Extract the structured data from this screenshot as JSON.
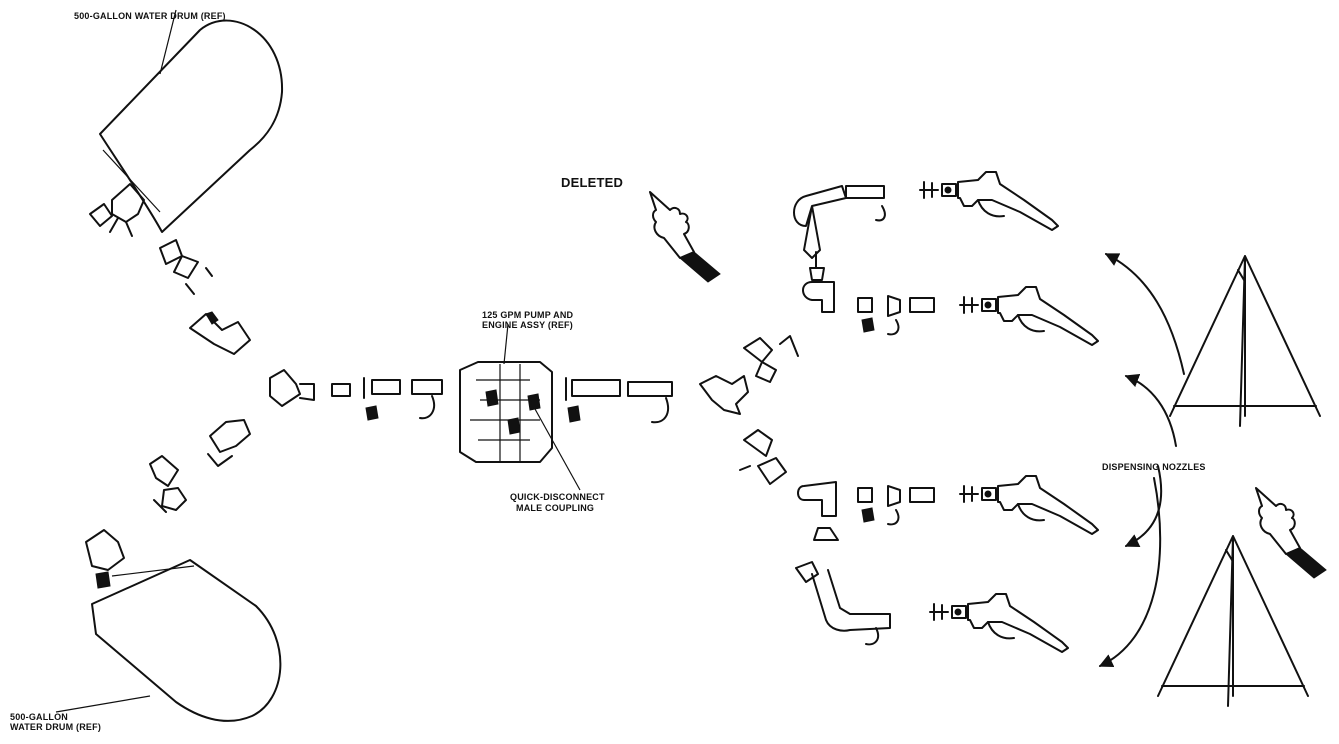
{
  "labels": {
    "drum_top": "500-GALLON WATER DRUM (REF)",
    "drum_bottom_line1": "500-GALLON",
    "drum_bottom_line2": "WATER DRUM (REF)",
    "pump_line1": "125 GPM PUMP AND",
    "pump_line2": "ENGINE ASSY (REF)",
    "coupling_line1": "QUICK-DISCONNECT",
    "coupling_line2": "MALE COUPLING",
    "deleted": "DELETED",
    "nozzles": "DISPENSING NOZZLES"
  },
  "colors": {
    "ink": "#111111",
    "background": "#ffffff"
  }
}
